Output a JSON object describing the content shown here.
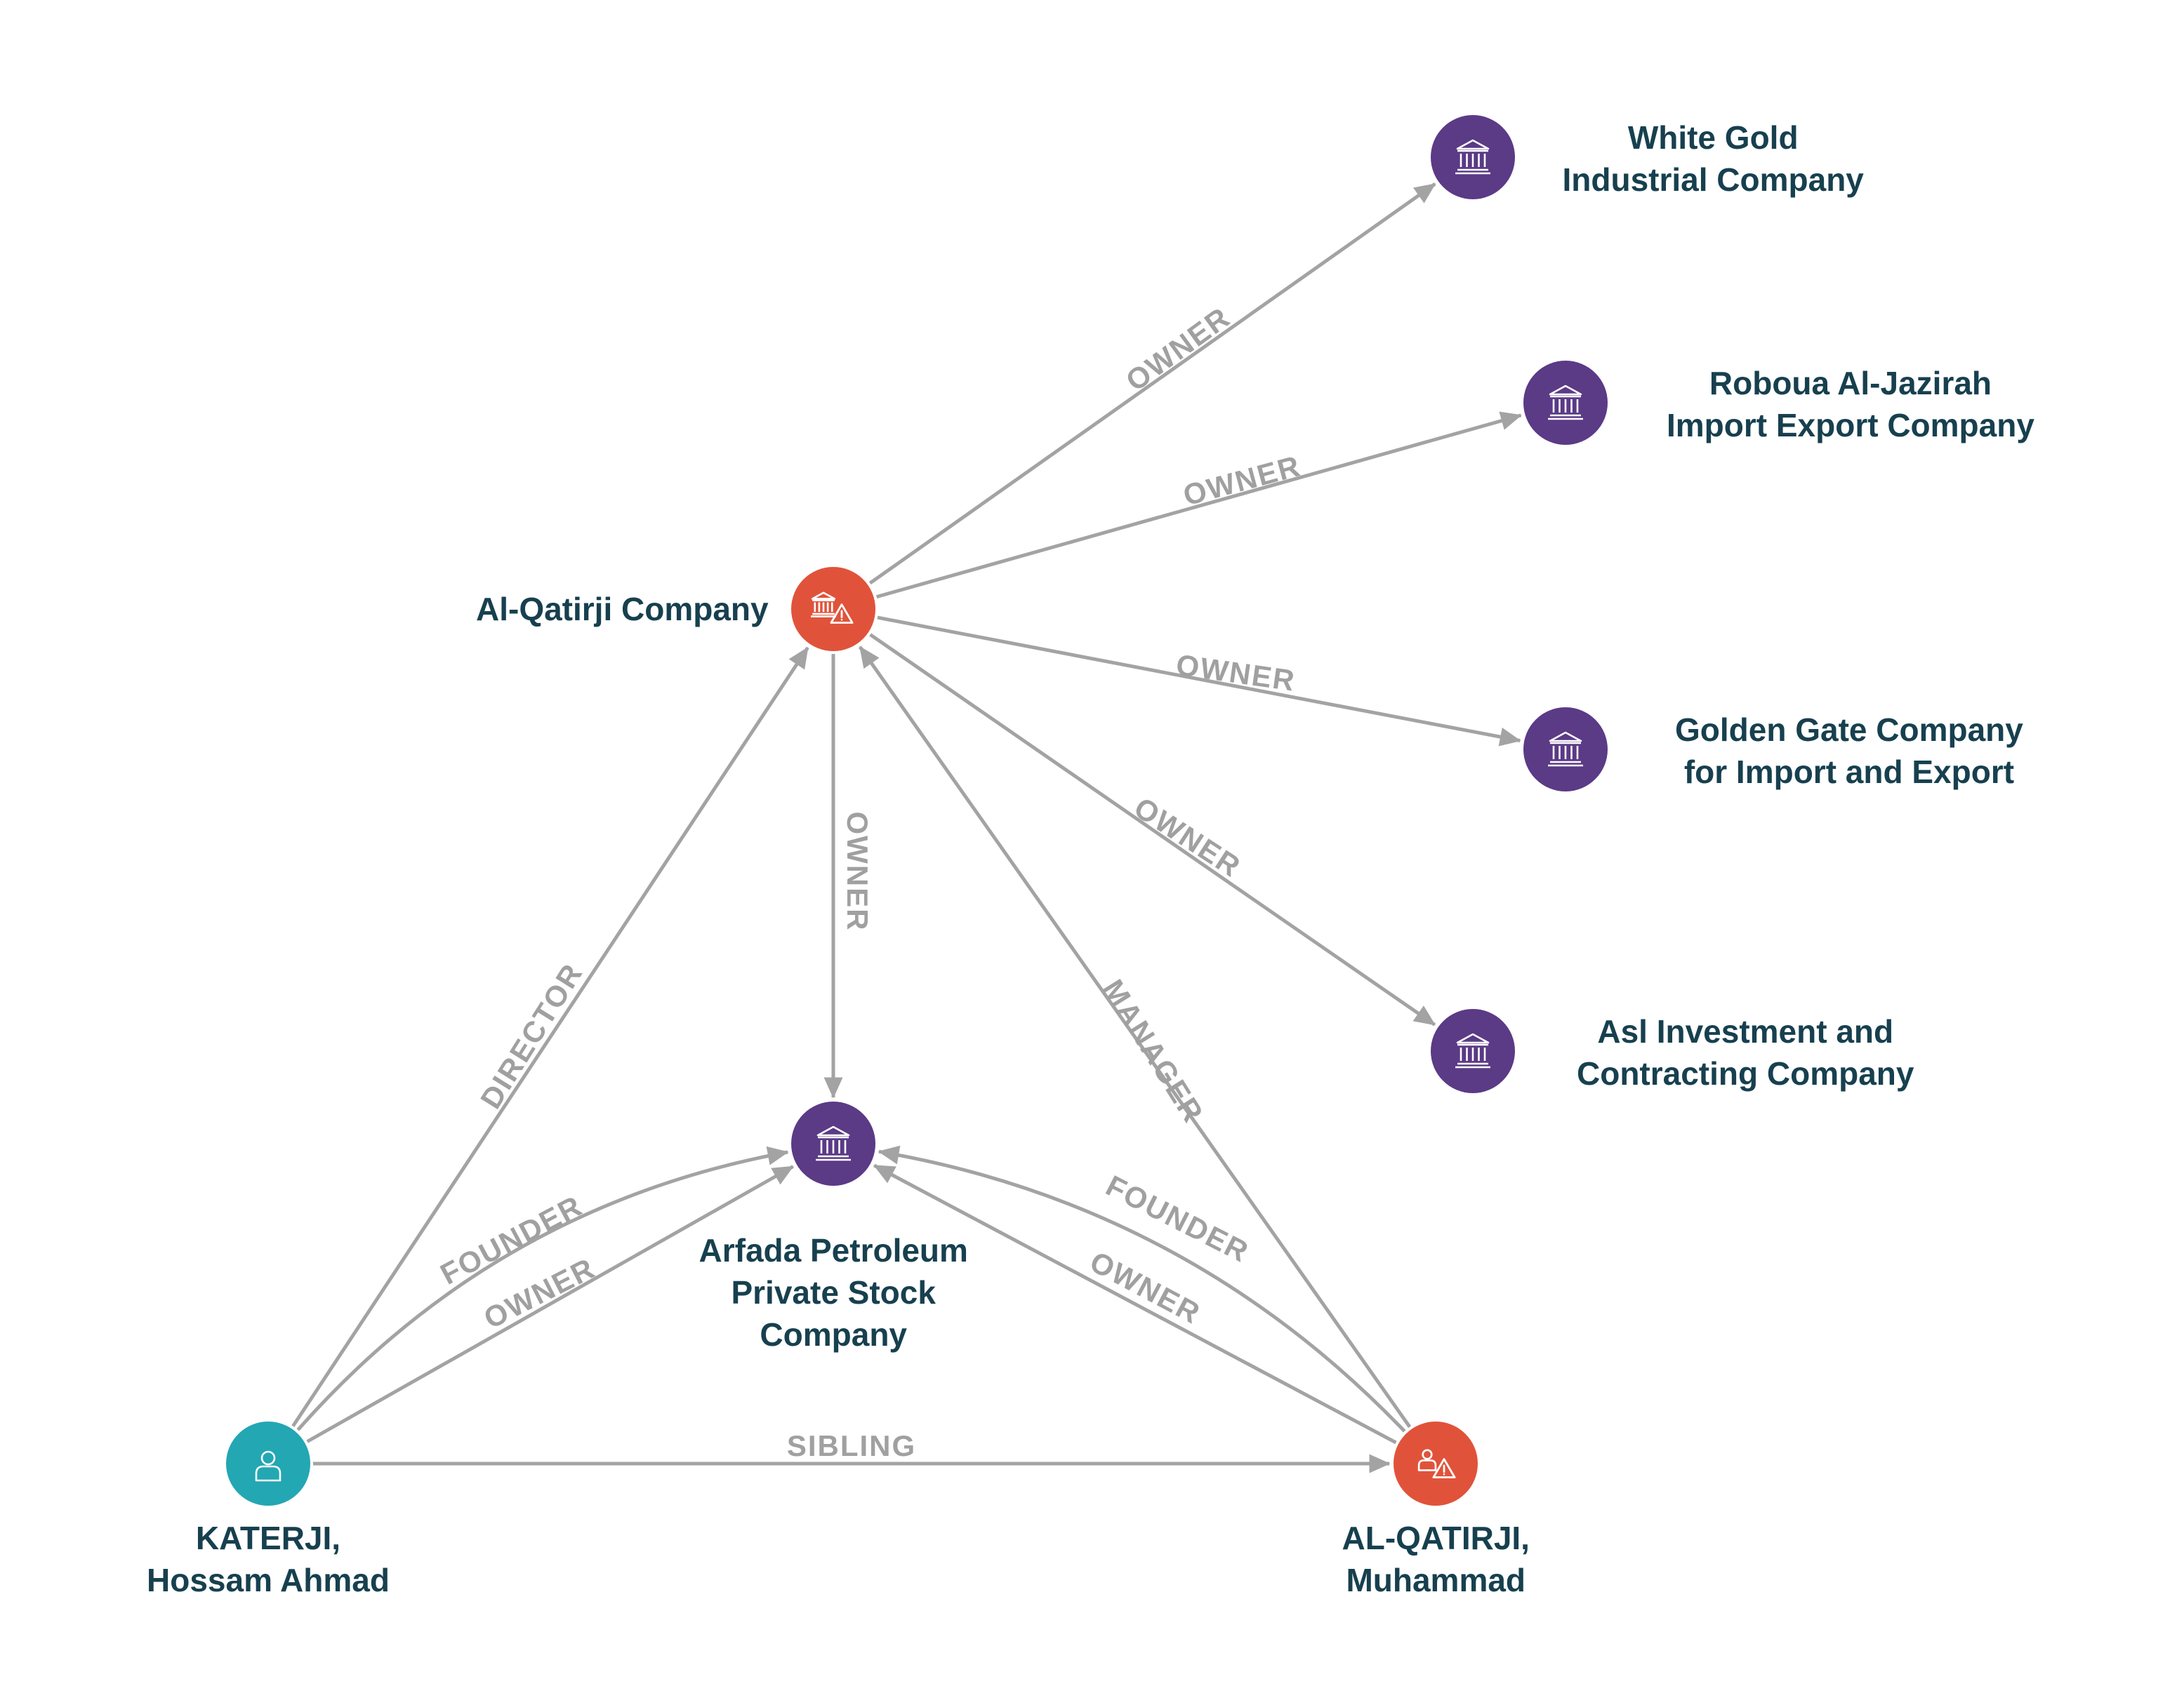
{
  "colors": {
    "person_node": "#23a7b3",
    "flagged_node": "#e0533a",
    "company_node": "#5b3a86",
    "edge": "#a3a3a3",
    "label_text": "#17404f",
    "edge_label": "#a0a0a0"
  },
  "nodes": [
    {
      "id": "al_qatirji_company",
      "type": "flagged-company",
      "icon": "bank-warning-icon",
      "lines": [
        "Al-Qatirji Company"
      ]
    },
    {
      "id": "white_gold",
      "type": "company",
      "icon": "bank-icon",
      "lines": [
        "White Gold",
        "Industrial Company"
      ]
    },
    {
      "id": "roboua",
      "type": "company",
      "icon": "bank-icon",
      "lines": [
        "Roboua Al-Jazirah",
        "Import Export Company"
      ]
    },
    {
      "id": "golden_gate",
      "type": "company",
      "icon": "bank-icon",
      "lines": [
        "Golden Gate Company",
        "for Import and Export"
      ]
    },
    {
      "id": "asl",
      "type": "company",
      "icon": "bank-icon",
      "lines": [
        "Asl Investment and",
        "Contracting Company"
      ]
    },
    {
      "id": "arfada",
      "type": "company",
      "icon": "bank-icon",
      "lines": [
        "Arfada Petroleum",
        "Private Stock",
        "Company"
      ]
    },
    {
      "id": "katerji",
      "type": "person",
      "icon": "person-icon",
      "lines": [
        "KATERJI,",
        "Hossam Ahmad"
      ]
    },
    {
      "id": "al_qatirji_muhammad",
      "type": "flagged-person",
      "icon": "person-warning-icon",
      "lines": [
        "AL-QATIRJI,",
        "Muhammad"
      ]
    }
  ],
  "edges": [
    {
      "from": "al_qatirji_company",
      "to": "white_gold",
      "label": "OWNER"
    },
    {
      "from": "al_qatirji_company",
      "to": "roboua",
      "label": "OWNER"
    },
    {
      "from": "al_qatirji_company",
      "to": "golden_gate",
      "label": "OWNER"
    },
    {
      "from": "al_qatirji_company",
      "to": "asl",
      "label": "OWNER"
    },
    {
      "from": "al_qatirji_company",
      "to": "arfada",
      "label": "OWNER"
    },
    {
      "from": "katerji",
      "to": "al_qatirji_company",
      "label": "DIRECTOR"
    },
    {
      "from": "al_qatirji_muhammad",
      "to": "al_qatirji_company",
      "label": "MANAGER"
    },
    {
      "from": "katerji",
      "to": "arfada",
      "label": "FOUNDER"
    },
    {
      "from": "katerji",
      "to": "arfada",
      "label": "OWNER"
    },
    {
      "from": "al_qatirji_muhammad",
      "to": "arfada",
      "label": "FOUNDER"
    },
    {
      "from": "al_qatirji_muhammad",
      "to": "arfada",
      "label": "OWNER"
    },
    {
      "from": "katerji",
      "to": "al_qatirji_muhammad",
      "label": "SIBLING"
    }
  ]
}
